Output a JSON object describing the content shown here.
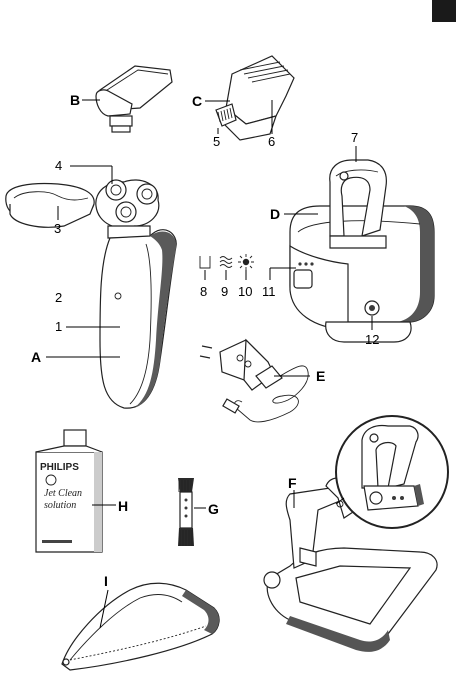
{
  "language_tab": {
    "color": "#1a1a1a"
  },
  "labels": {
    "B": "B",
    "C": "C",
    "n5": "5",
    "n6": "6",
    "n7": "7",
    "n4": "4",
    "n3": "3",
    "D": "D",
    "n2": "2",
    "n1": "1",
    "A": "A",
    "n8": "8",
    "n9": "9",
    "n10": "10",
    "n11": "11",
    "n12": "12",
    "E": "E",
    "H": "H",
    "G": "G",
    "F": "F",
    "I": "I"
  },
  "bottle": {
    "brand": "PHILIPS",
    "line1": "Jet Clean",
    "line2": "solution"
  },
  "icons": {
    "cup": "cup-icon",
    "waves": "heat-waves-icon",
    "sun": "sun-icon"
  }
}
